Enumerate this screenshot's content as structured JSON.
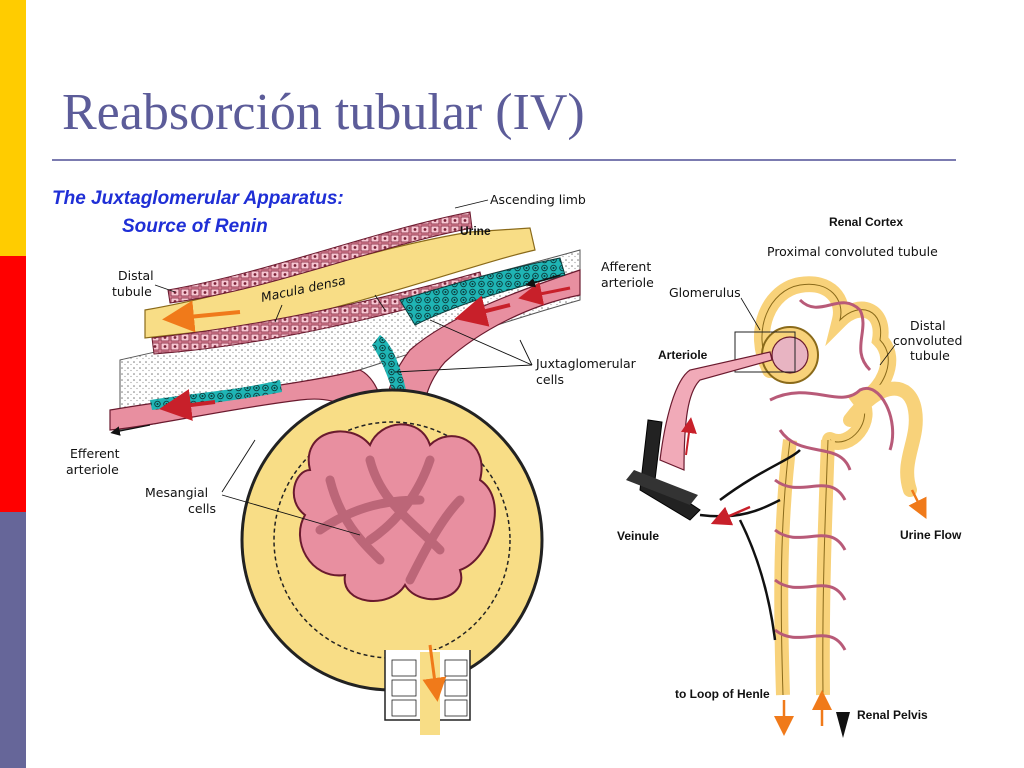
{
  "slide": {
    "title": "Reabsorción tubular (IV)",
    "accent_colors": [
      "#ffcc00",
      "#ff0000",
      "#666699"
    ]
  },
  "left_diagram": {
    "title_line1": "The Juxtaglomerular Apparatus:",
    "title_line2": "Source of Renin",
    "labels": {
      "ascending_limb": "Ascending limb",
      "urine": "Urine",
      "distal_line1": "Distal",
      "distal_line2": "tubule",
      "macula_densa": "Macula densa",
      "afferent_line1": "Afferent",
      "afferent_line2": "arteriole",
      "jg_line1": "Juxtaglomerular",
      "jg_line2": "cells",
      "efferent_line1": "Efferent",
      "efferent_line2": "arteriole",
      "mesangial_line1": "Mesangial",
      "mesangial_line2": "cells"
    }
  },
  "right_diagram": {
    "labels": {
      "renal_cortex": "Renal Cortex",
      "proximal": "Proximal  convoluted  tubule",
      "glomerulus": "Glomerulus",
      "arteriole": "Arteriole",
      "distal_line1": "Distal",
      "distal_line2": "convoluted",
      "distal_line3": "tubule",
      "veinule": "Veinule",
      "urine_flow": "Urine Flow",
      "loop_henle": "to Loop of Henle",
      "renal_pelvis": "Renal Pelvis"
    }
  }
}
